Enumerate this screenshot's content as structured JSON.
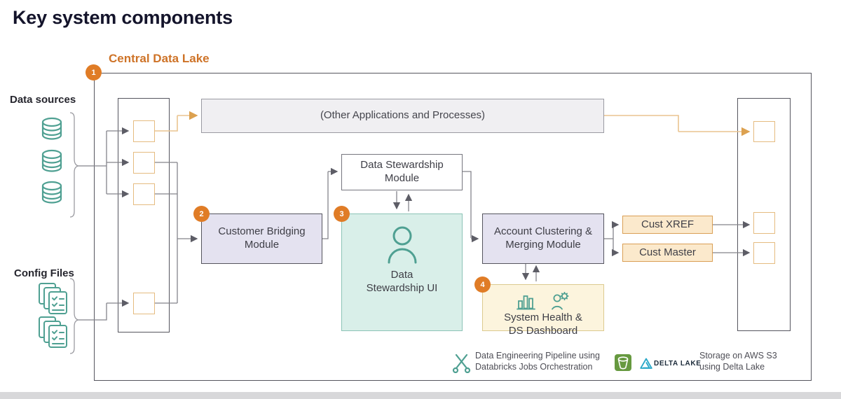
{
  "page": {
    "title": "Key system components"
  },
  "container": {
    "label": "Central Data Lake",
    "badge": "1"
  },
  "sources": {
    "data_sources_label": "Data sources",
    "config_files_label": "Config Files"
  },
  "nodes": {
    "other_apps": {
      "label": "(Other Applications and Processes)"
    },
    "data_stewardship_module": {
      "line1": "Data Stewardship",
      "line2": "Module"
    },
    "customer_bridging": {
      "badge": "2",
      "line1": "Customer Bridging",
      "line2": "Module"
    },
    "data_stewardship_ui": {
      "badge": "3",
      "line1": "Data",
      "line2": "Stewardship UI"
    },
    "account_clustering": {
      "line1": "Account Clustering &",
      "line2": "Merging Module"
    },
    "cust_xref": {
      "label": "Cust XREF"
    },
    "cust_master": {
      "label": "Cust Master"
    },
    "system_health": {
      "badge": "4",
      "line1": "System Health &",
      "line2": "DS Dashboard"
    }
  },
  "legend": {
    "databricks": {
      "line1": "Data Engineering Pipeline using",
      "line2": "Databricks Jobs Orchestration"
    },
    "delta_wordmark": "DELTA LAKE",
    "storage": {
      "line1": "Storage on AWS S3",
      "line2": "using Delta Lake"
    }
  },
  "colors": {
    "badge_orange": "#E07C26",
    "label_orange": "#CE7328",
    "icon_teal": "#4FA092",
    "connector_gray": "#84848B",
    "connector_orange": "#EAC48F",
    "lavender_fill": "#E4E2F0",
    "mint_fill": "#D9EFE9",
    "cream_fill": "#FBE9CC",
    "yellow_fill": "#FCF4DD",
    "gray_fill": "#F0EFF2",
    "delta_blue": "#28A7C8",
    "s3_green": "#66993F"
  }
}
